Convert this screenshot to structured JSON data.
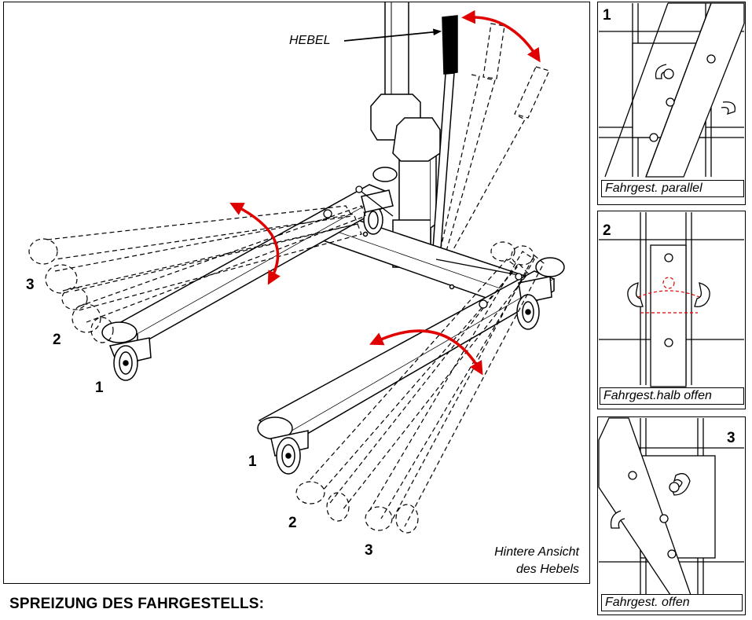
{
  "figure": {
    "title": "SPREIZUNG DES FAHRGESTELLS:",
    "lever_label": "HEBEL",
    "view_note_line1": "Hintere Ansicht",
    "view_note_line2": "des Hebels",
    "left_leg_positions": [
      "3",
      "2",
      "1"
    ],
    "right_leg_positions": [
      "1",
      "2",
      "3"
    ],
    "arrow_color": "#e00000",
    "hidden_line_color": "#e00000"
  },
  "details": [
    {
      "number": "1",
      "caption": "Fahrgest. parallel"
    },
    {
      "number": "2",
      "caption": "Fahrgest.halb offen"
    },
    {
      "number": "3",
      "caption": "Fahrgest. offen"
    }
  ]
}
